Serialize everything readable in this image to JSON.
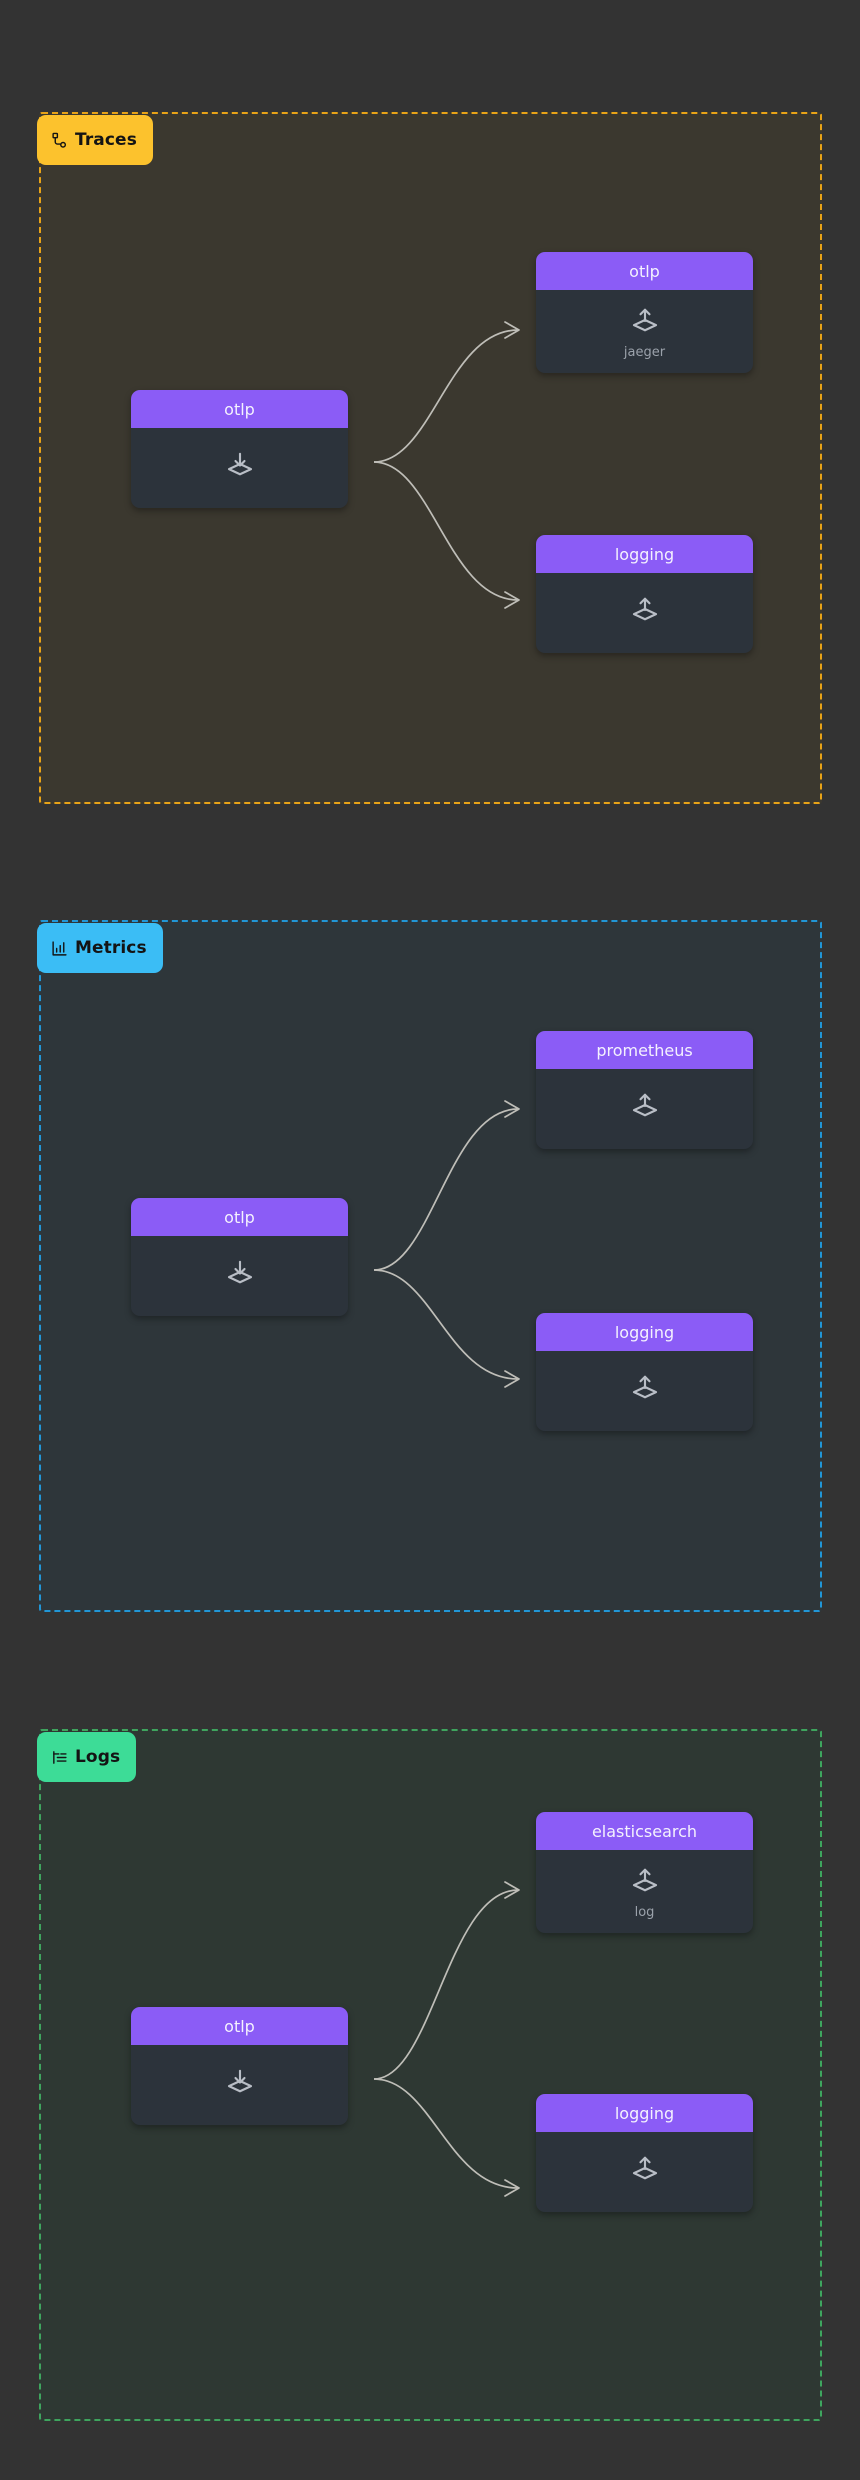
{
  "page": {
    "background": "#333333",
    "title": "OpenTelemetry Collector pipeline diagram"
  },
  "palette": {
    "traces_accent": "#FCC22D",
    "traces_border": "#E8A317",
    "traces_fill": "#3B382F",
    "metrics_accent": "#3BBDF5",
    "metrics_border": "#2196D6",
    "metrics_fill": "#2E363A",
    "logs_accent": "#3DDC97",
    "logs_border": "#3EA55E",
    "logs_fill": "#2E3833",
    "node_header": "#8B5CF6",
    "node_body": "#2C333B",
    "edge": "#BFBEB8",
    "subtitle": "#9BA2AB"
  },
  "pipelines": [
    {
      "id": "traces",
      "badge_label": "Traces",
      "badge_icon": "traces-icon",
      "receivers": [
        {
          "name": "otlp",
          "icon": "receiver-download-icon",
          "subtitle": ""
        }
      ],
      "exporters": [
        {
          "name": "otlp",
          "icon": "exporter-upload-icon",
          "subtitle": "jaeger"
        },
        {
          "name": "logging",
          "icon": "exporter-upload-icon",
          "subtitle": ""
        }
      ]
    },
    {
      "id": "metrics",
      "badge_label": "Metrics",
      "badge_icon": "metrics-icon",
      "receivers": [
        {
          "name": "otlp",
          "icon": "receiver-download-icon",
          "subtitle": ""
        }
      ],
      "exporters": [
        {
          "name": "prometheus",
          "icon": "exporter-upload-icon",
          "subtitle": ""
        },
        {
          "name": "logging",
          "icon": "exporter-upload-icon",
          "subtitle": ""
        }
      ]
    },
    {
      "id": "logs",
      "badge_label": "Logs",
      "badge_icon": "logs-icon",
      "receivers": [
        {
          "name": "otlp",
          "icon": "receiver-download-icon",
          "subtitle": ""
        }
      ],
      "exporters": [
        {
          "name": "elasticsearch",
          "icon": "exporter-upload-icon",
          "subtitle": "log"
        },
        {
          "name": "logging",
          "icon": "exporter-upload-icon",
          "subtitle": ""
        }
      ]
    }
  ]
}
